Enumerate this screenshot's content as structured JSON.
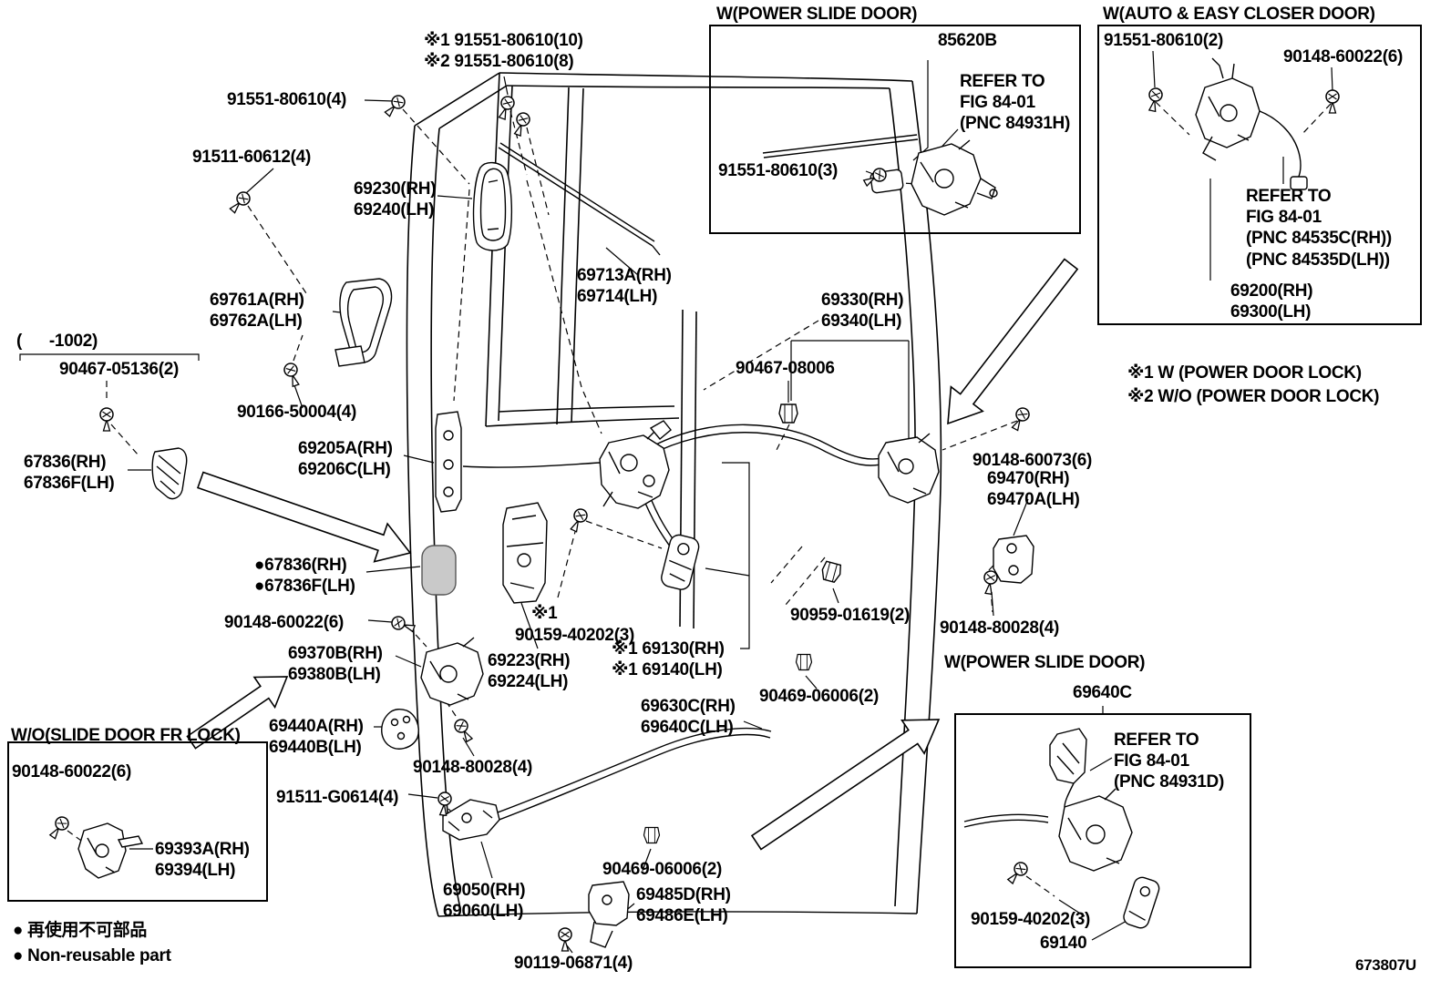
{
  "drawing_number": "673807U",
  "insets": {
    "top": {
      "title": "W(POWER SLIDE DOOR)",
      "part_85620b": "85620B",
      "refer": "REFER TO\nFIG 84-01\n(PNC 84931H)",
      "bolt_91551_3": "91551-80610(3)"
    },
    "right": {
      "title": "W(AUTO & EASY CLOSER DOOR)",
      "bolt_91551_2": "91551-80610(2)",
      "bolt_90148_60022": "90148-60022(6)",
      "refer": "REFER TO\nFIG 84-01\n(PNC 84535C(RH))\n(PNC 84535D(LH))",
      "part_69200": "69200(RH)\n69300(LH)"
    },
    "bottom_right": {
      "title": "W(POWER SLIDE DOOR)",
      "part_69640c": "69640C",
      "refer": "REFER TO\nFIG 84-01\n(PNC 84931D)",
      "screw_90159": "90159-40202(3)",
      "part_69140": "69140"
    },
    "bottom_left": {
      "title": "W/O(SLIDE DOOR FR LOCK)",
      "bolt_90148_60022": "90148-60022(6)",
      "lock_69393a": "69393A(RH)\n69394(LH)"
    }
  },
  "labels": {
    "note_screws": "※1 91551-80610(10)\n※2 91551-80610(8)",
    "bolt_91551_4": "91551-80610(4)",
    "screw_91511_60612": "91511-60612(4)",
    "handle_69230": "69230(RH)\n69240(LH)",
    "link_69713a": "69713A(RH)\n69714(LH)",
    "bezel_69761a": "69761A(RH)\n69762A(LH)",
    "lock_69330": "69330(RH)\n69340(LH)",
    "date_range": "(      -1002)",
    "screw_90467_05136": "90467-05136(2)",
    "screw_90166_50004": "90166-50004(4)",
    "clip_90467_08006": "90467-08006",
    "frame_69205a": "69205A(RH)\n69206C(LH)",
    "cover_67836": "67836(RH)\n67836F(LH)",
    "bolt_90148_60073": "90148-60073(6)",
    "lock_69470": "69470(RH)\n69470A(LH)",
    "cover_67836_nr": "●67836(RH)\n●67836F(LH)",
    "bolt_90148_60022": "90148-60022(6)",
    "note_x1": "※1",
    "screw_90159_40202": "90159-40202(3)",
    "clip_90959_01619": "90959-01619(2)",
    "bolt_90148_80028_r": "90148-80028(4)",
    "lock_69370b": "69370B(RH)\n69380B(LH)",
    "link_69223": "69223(RH)\n69224(LH)",
    "motor_69130": "※1 69130(RH)\n※1 69140(LH)",
    "clip_90469_mid": "90469-06006(2)",
    "cable_69630c": "69630C(RH)\n69640C(LH)",
    "plate_69440a": "69440A(RH)\n69440B(LH)",
    "bolt_90148_80028_l": "90148-80028(4)",
    "screw_91511_g0614": "91511-G0614(4)",
    "bracket_69050": "69050(RH)\n69060(LH)",
    "clip_90469_bot": "90469-06006(2)",
    "hinge_69485d": "69485D(RH)\n69486E(LH)",
    "screw_90119_06871": "90119-06871(4)"
  },
  "notes": {
    "n1": "※1 W (POWER DOOR LOCK)",
    "n2": "※2 W/O (POWER DOOR LOCK)"
  },
  "legend": {
    "jp": "● 再使用不可部品",
    "en": "● Non-reusable part"
  }
}
